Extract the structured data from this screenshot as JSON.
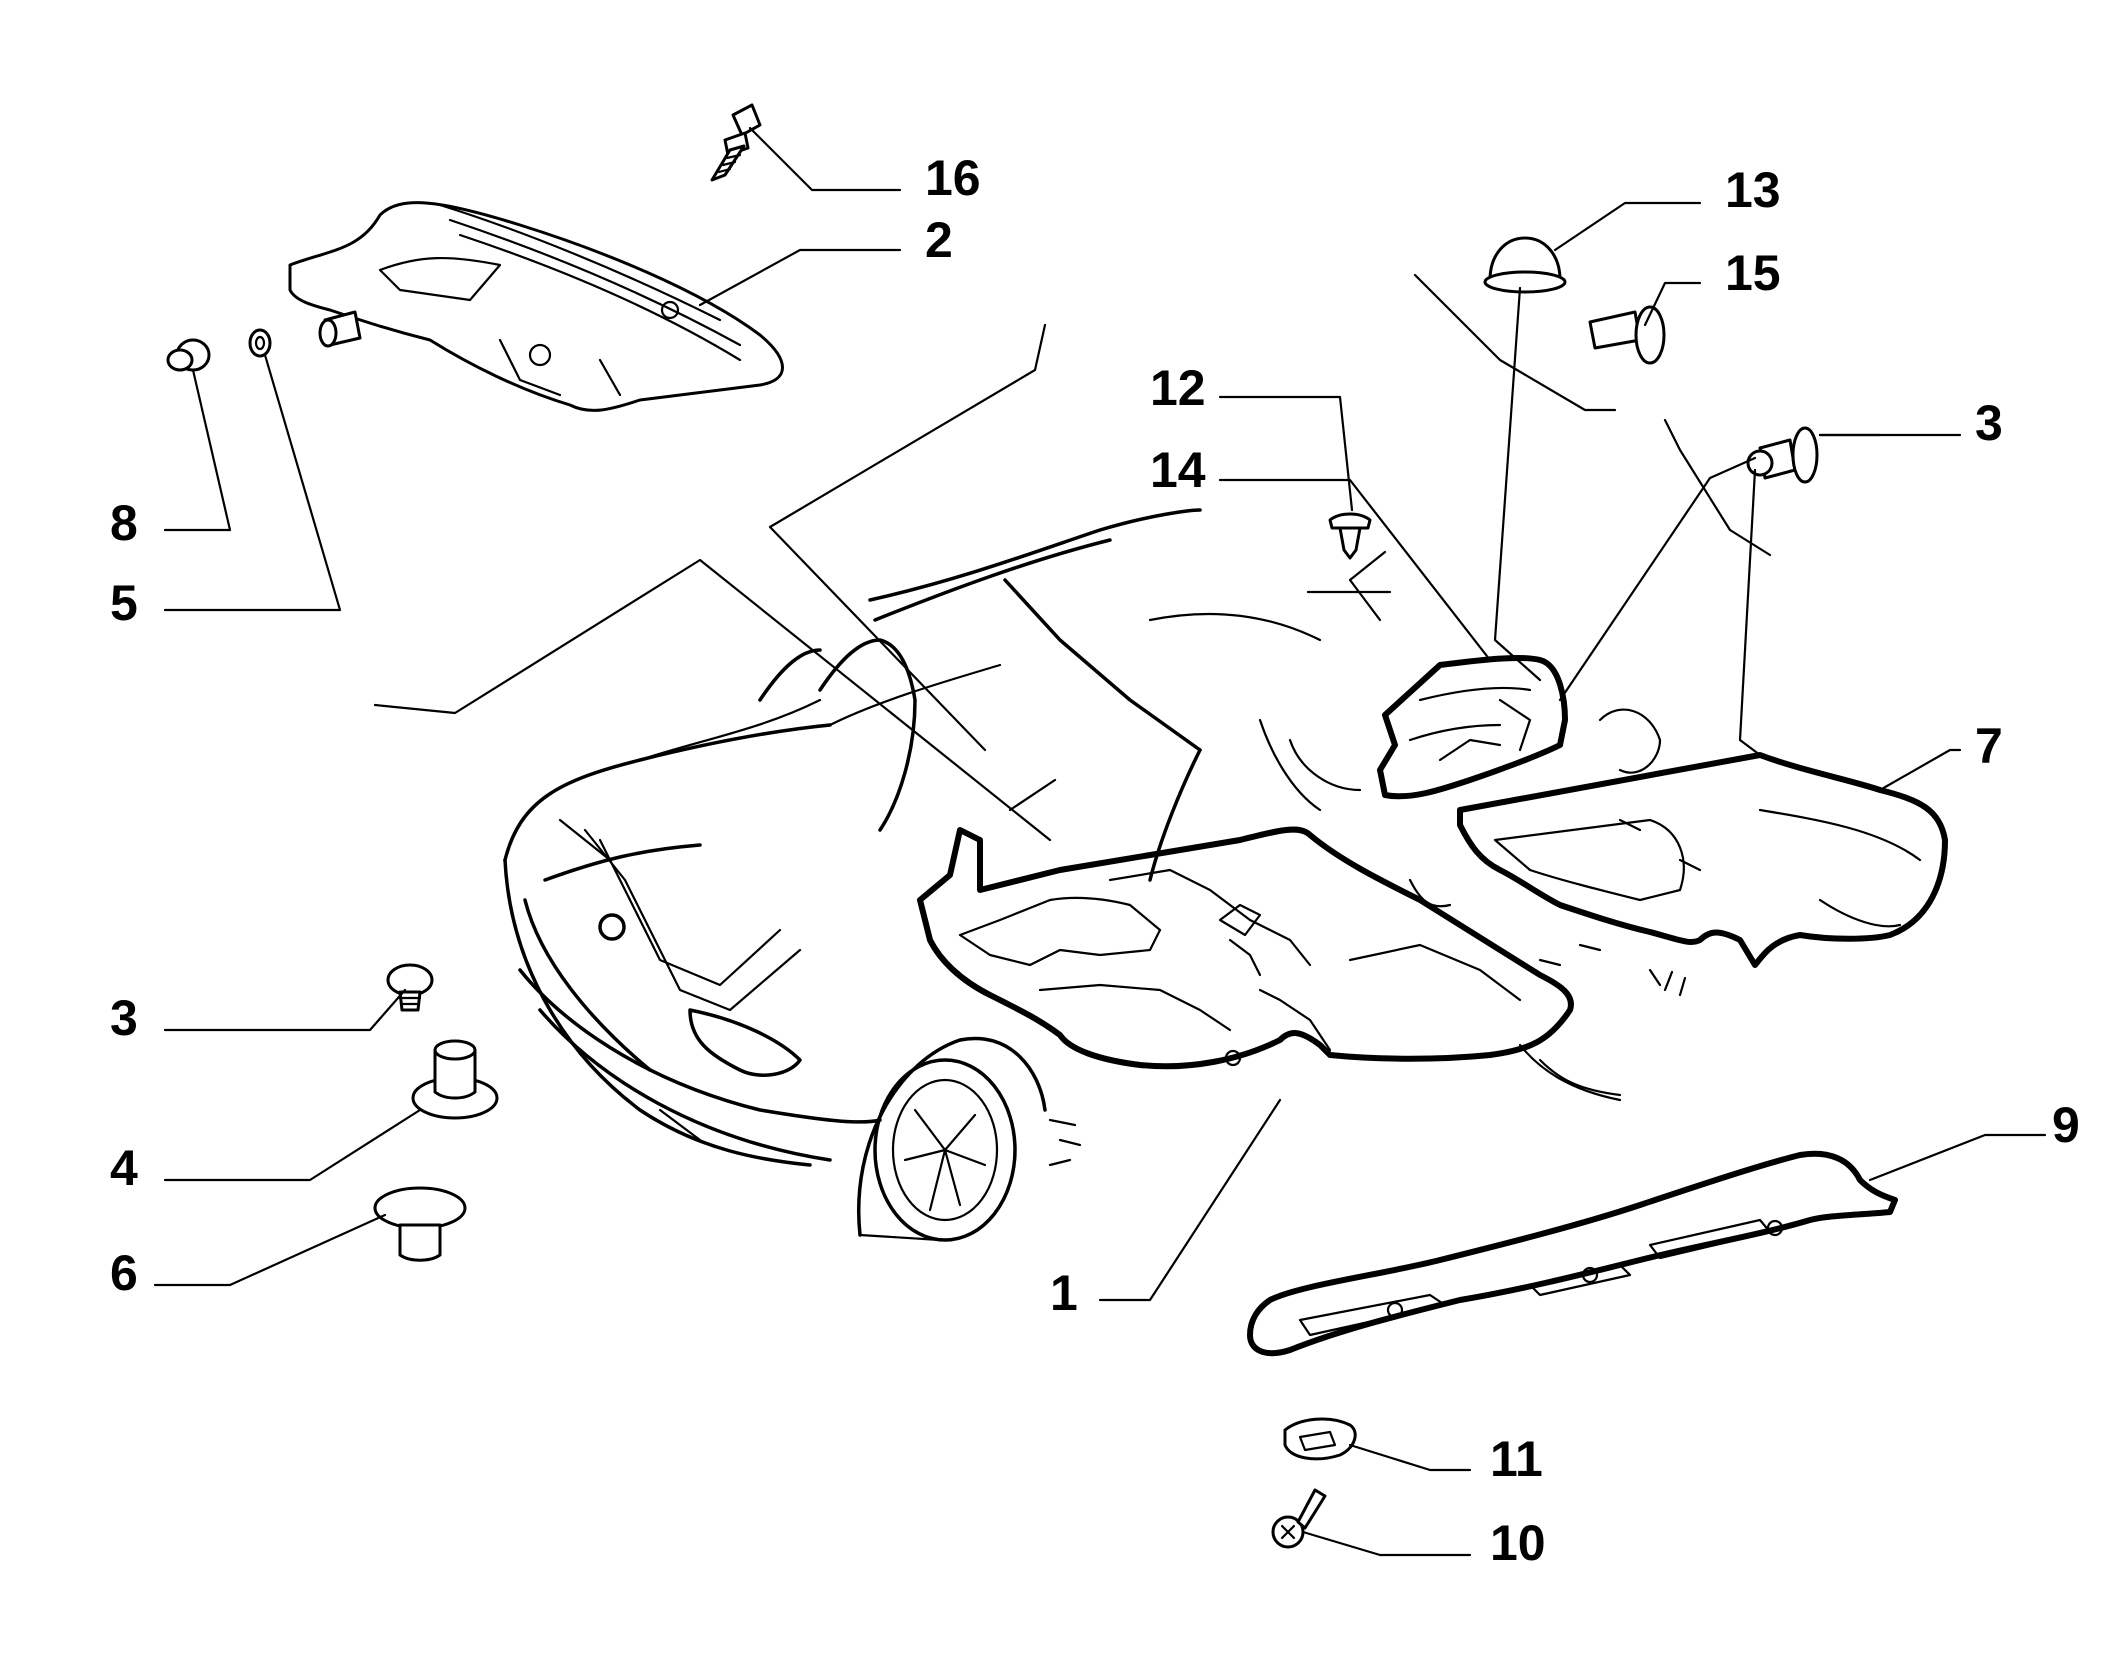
{
  "callouts": [
    {
      "id": "16",
      "label": "16"
    },
    {
      "id": "2",
      "label": "2"
    },
    {
      "id": "8",
      "label": "8"
    },
    {
      "id": "5",
      "label": "5"
    },
    {
      "id": "13",
      "label": "13"
    },
    {
      "id": "15",
      "label": "15"
    },
    {
      "id": "12",
      "label": "12"
    },
    {
      "id": "14",
      "label": "14"
    },
    {
      "id": "3a",
      "label": "3"
    },
    {
      "id": "7",
      "label": "7"
    },
    {
      "id": "3b",
      "label": "3"
    },
    {
      "id": "4",
      "label": "4"
    },
    {
      "id": "6",
      "label": "6"
    },
    {
      "id": "9",
      "label": "9"
    },
    {
      "id": "1",
      "label": "1"
    },
    {
      "id": "11",
      "label": "11"
    },
    {
      "id": "10",
      "label": "10"
    }
  ]
}
